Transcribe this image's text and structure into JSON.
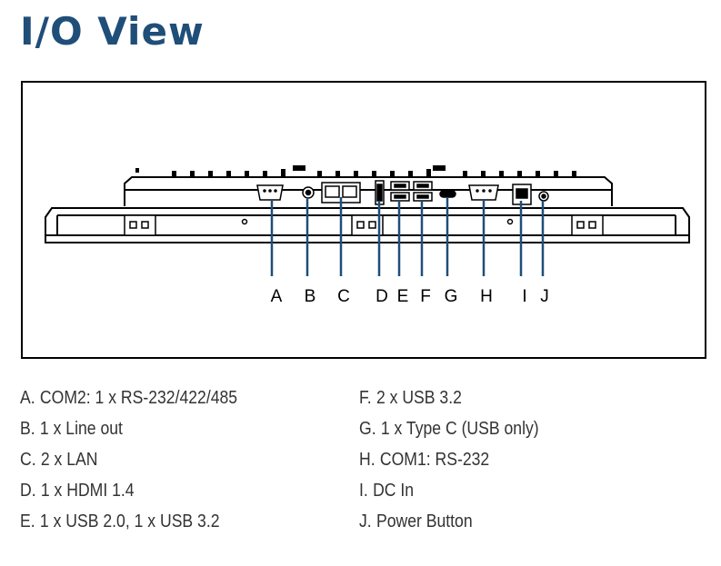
{
  "title": "I/O View",
  "callout_letters": [
    "A",
    "B",
    "C",
    "D",
    "E",
    "F",
    "G",
    "H",
    "I",
    "J"
  ],
  "legend_left": [
    {
      "letter": "A.",
      "text": "COM2: 1 x RS-232/422/485"
    },
    {
      "letter": "B.",
      "text": "1 x Line out"
    },
    {
      "letter": "C.",
      "text": "2 x LAN"
    },
    {
      "letter": "D.",
      "text": "1 x HDMI 1.4"
    },
    {
      "letter": "E.",
      "text": "1 x USB 2.0, 1 x USB 3.2"
    }
  ],
  "legend_right": [
    {
      "letter": "F.",
      "text": "2 x USB 3.2"
    },
    {
      "letter": "G.",
      "text": "1 x Type C (USB only)"
    },
    {
      "letter": "H.",
      "text": "COM1: RS-232"
    },
    {
      "letter": "I.",
      "text": "DC In"
    },
    {
      "letter": "J.",
      "text": "Power Button"
    }
  ],
  "colors": {
    "title": "#1f4e79",
    "callout_line": "#1f4e79",
    "outline": "#000000"
  }
}
